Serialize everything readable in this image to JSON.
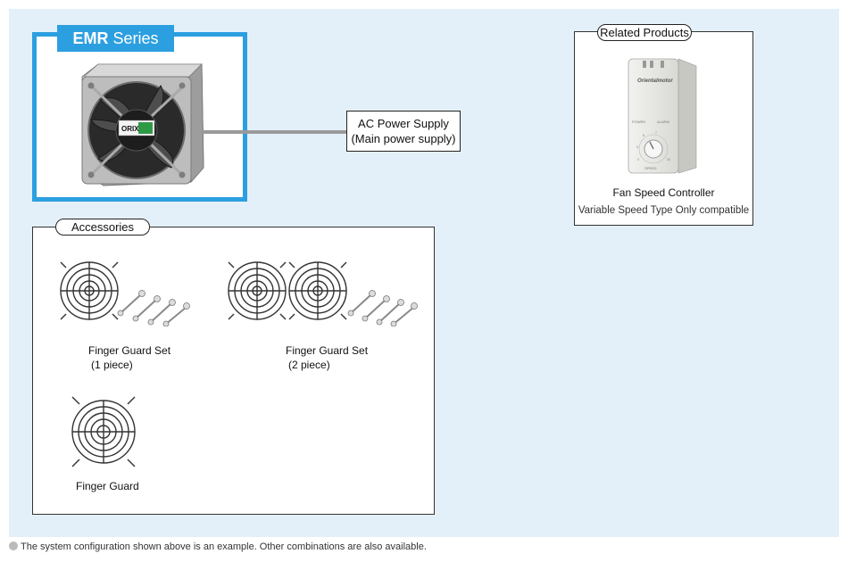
{
  "series": {
    "name": "EMR",
    "suffix": " Series"
  },
  "fan": {
    "brand": "ORIX",
    "image": "axial-fan"
  },
  "power_supply": {
    "line1": "AC Power Supply",
    "line2": "(Main power supply)"
  },
  "related_products": {
    "title": "Related Products",
    "item_name": "Fan Speed Controller",
    "item_note": "Variable Speed Type Only compatible",
    "controller_brand": "Orientalmotor",
    "controller_labels": {
      "power": "POWER",
      "alarm": "ALARM",
      "speed": "SPEED"
    },
    "dial_scale": [
      "0",
      "1",
      "2",
      "3",
      "4",
      "5",
      "6",
      "7",
      "8",
      "9",
      "10"
    ]
  },
  "accessories": {
    "title": "Accessories",
    "items": [
      {
        "label_line1": "Finger Guard Set",
        "label_line2": "(1 piece)"
      },
      {
        "label_line1": "Finger Guard Set",
        "label_line2": "(2 piece)"
      },
      {
        "label_line1": "Finger Guard",
        "label_line2": ""
      }
    ]
  },
  "footnote": "The system configuration shown above is an example. Other combinations are also available.",
  "colors": {
    "accent": "#2c9fe0",
    "background": "#e4f0f9",
    "line": "#9a9a9a"
  }
}
